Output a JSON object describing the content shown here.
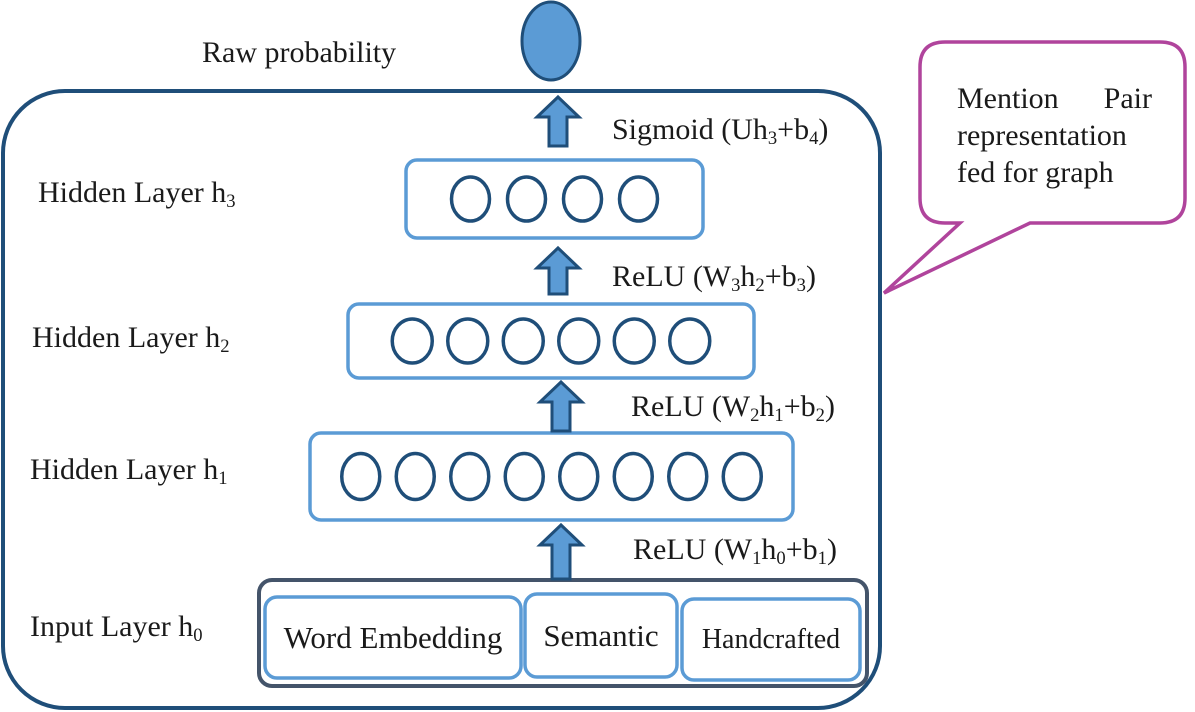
{
  "colors": {
    "outer_border": "#1f4e79",
    "layer_border": "#5b9bd5",
    "neuron_stroke": "#1f4e79",
    "arrow_fill": "#5b9bd5",
    "arrow_stroke": "#1f4e79",
    "input_group_border": "#44546a",
    "callout_border": "#b0449c",
    "output_fill": "#5b9bd5"
  },
  "output": {
    "label": "Raw probability"
  },
  "layers": [
    {
      "name_base": "Hidden Layer h",
      "name_sub": "3",
      "neurons": 4
    },
    {
      "name_base": "Hidden Layer h",
      "name_sub": "2",
      "neurons": 6
    },
    {
      "name_base": "Hidden Layer h",
      "name_sub": "1",
      "neurons": 8
    }
  ],
  "input_layer": {
    "name_base": "Input Layer h",
    "name_sub": "0",
    "features": [
      "Word Embedding",
      "Semantic",
      "Handcrafted"
    ]
  },
  "activations": {
    "sigmoid": {
      "prefix": "Sigmoid (Uh",
      "s1": "3",
      "mid": "+b",
      "s2": "4",
      "suffix": ")"
    },
    "relu3": {
      "prefix": "ReLU (W",
      "s1": "3",
      "mid": "h",
      "s2": "2",
      "mid2": "+b",
      "s3": "3",
      "suffix": ")"
    },
    "relu2": {
      "prefix": "ReLU (W",
      "s1": "2",
      "mid": "h",
      "s2": "1",
      "mid2": "+b",
      "s3": "2",
      "suffix": ")"
    },
    "relu1": {
      "prefix": "ReLU (W",
      "s1": "1",
      "mid": "h",
      "s2": "0",
      "mid2": "+b",
      "s3": "1",
      "suffix": ")"
    }
  },
  "callout": {
    "line1_a": "Mention",
    "line1_b": "Pair",
    "line2": "representation",
    "line3": "fed for graph"
  }
}
